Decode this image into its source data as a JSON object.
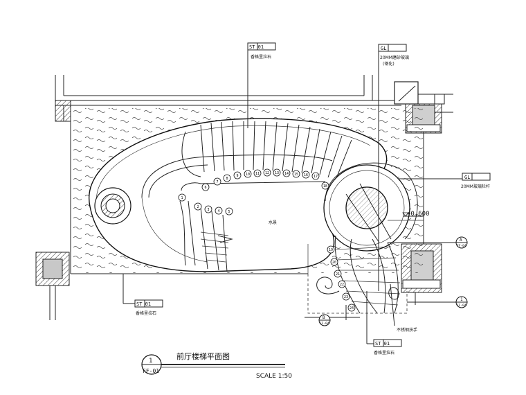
{
  "drawing": {
    "title": "前厅楼梯平面图",
    "scale": "SCALE 1:50",
    "detail_number": "1",
    "sheet_code": "FF-01",
    "level_mark": "+0.600",
    "water_label": "水景"
  },
  "tags": {
    "st_top": {
      "code": "ST 01",
      "note": "香格里拉石"
    },
    "gl_top": {
      "code": "GL",
      "note1": "20MM磨砂玻璃",
      "note2": "(钢化)"
    },
    "gl_right": {
      "code": "GL",
      "note": "20MM玻璃栏杆"
    },
    "st_left": {
      "code": "ST 01",
      "note": "香格里拉石"
    },
    "st_bottom": {
      "code": "ST 01",
      "note": "香格里拉石"
    },
    "rail_note": "不锈钢扶手"
  },
  "section_marks": [
    {
      "letter": "A",
      "sheet": "FF-04"
    },
    {
      "letter": "B",
      "sheet": "FF-04"
    },
    {
      "letter": "1",
      "sheet": "FF-04"
    }
  ],
  "step_numbers": [
    "1",
    "2",
    "3",
    "4",
    "5",
    "6",
    "7",
    "8",
    "9",
    "10",
    "11",
    "12",
    "13",
    "14",
    "15",
    "16",
    "17",
    "18",
    "19",
    "20",
    "21",
    "22",
    "23",
    "24"
  ]
}
